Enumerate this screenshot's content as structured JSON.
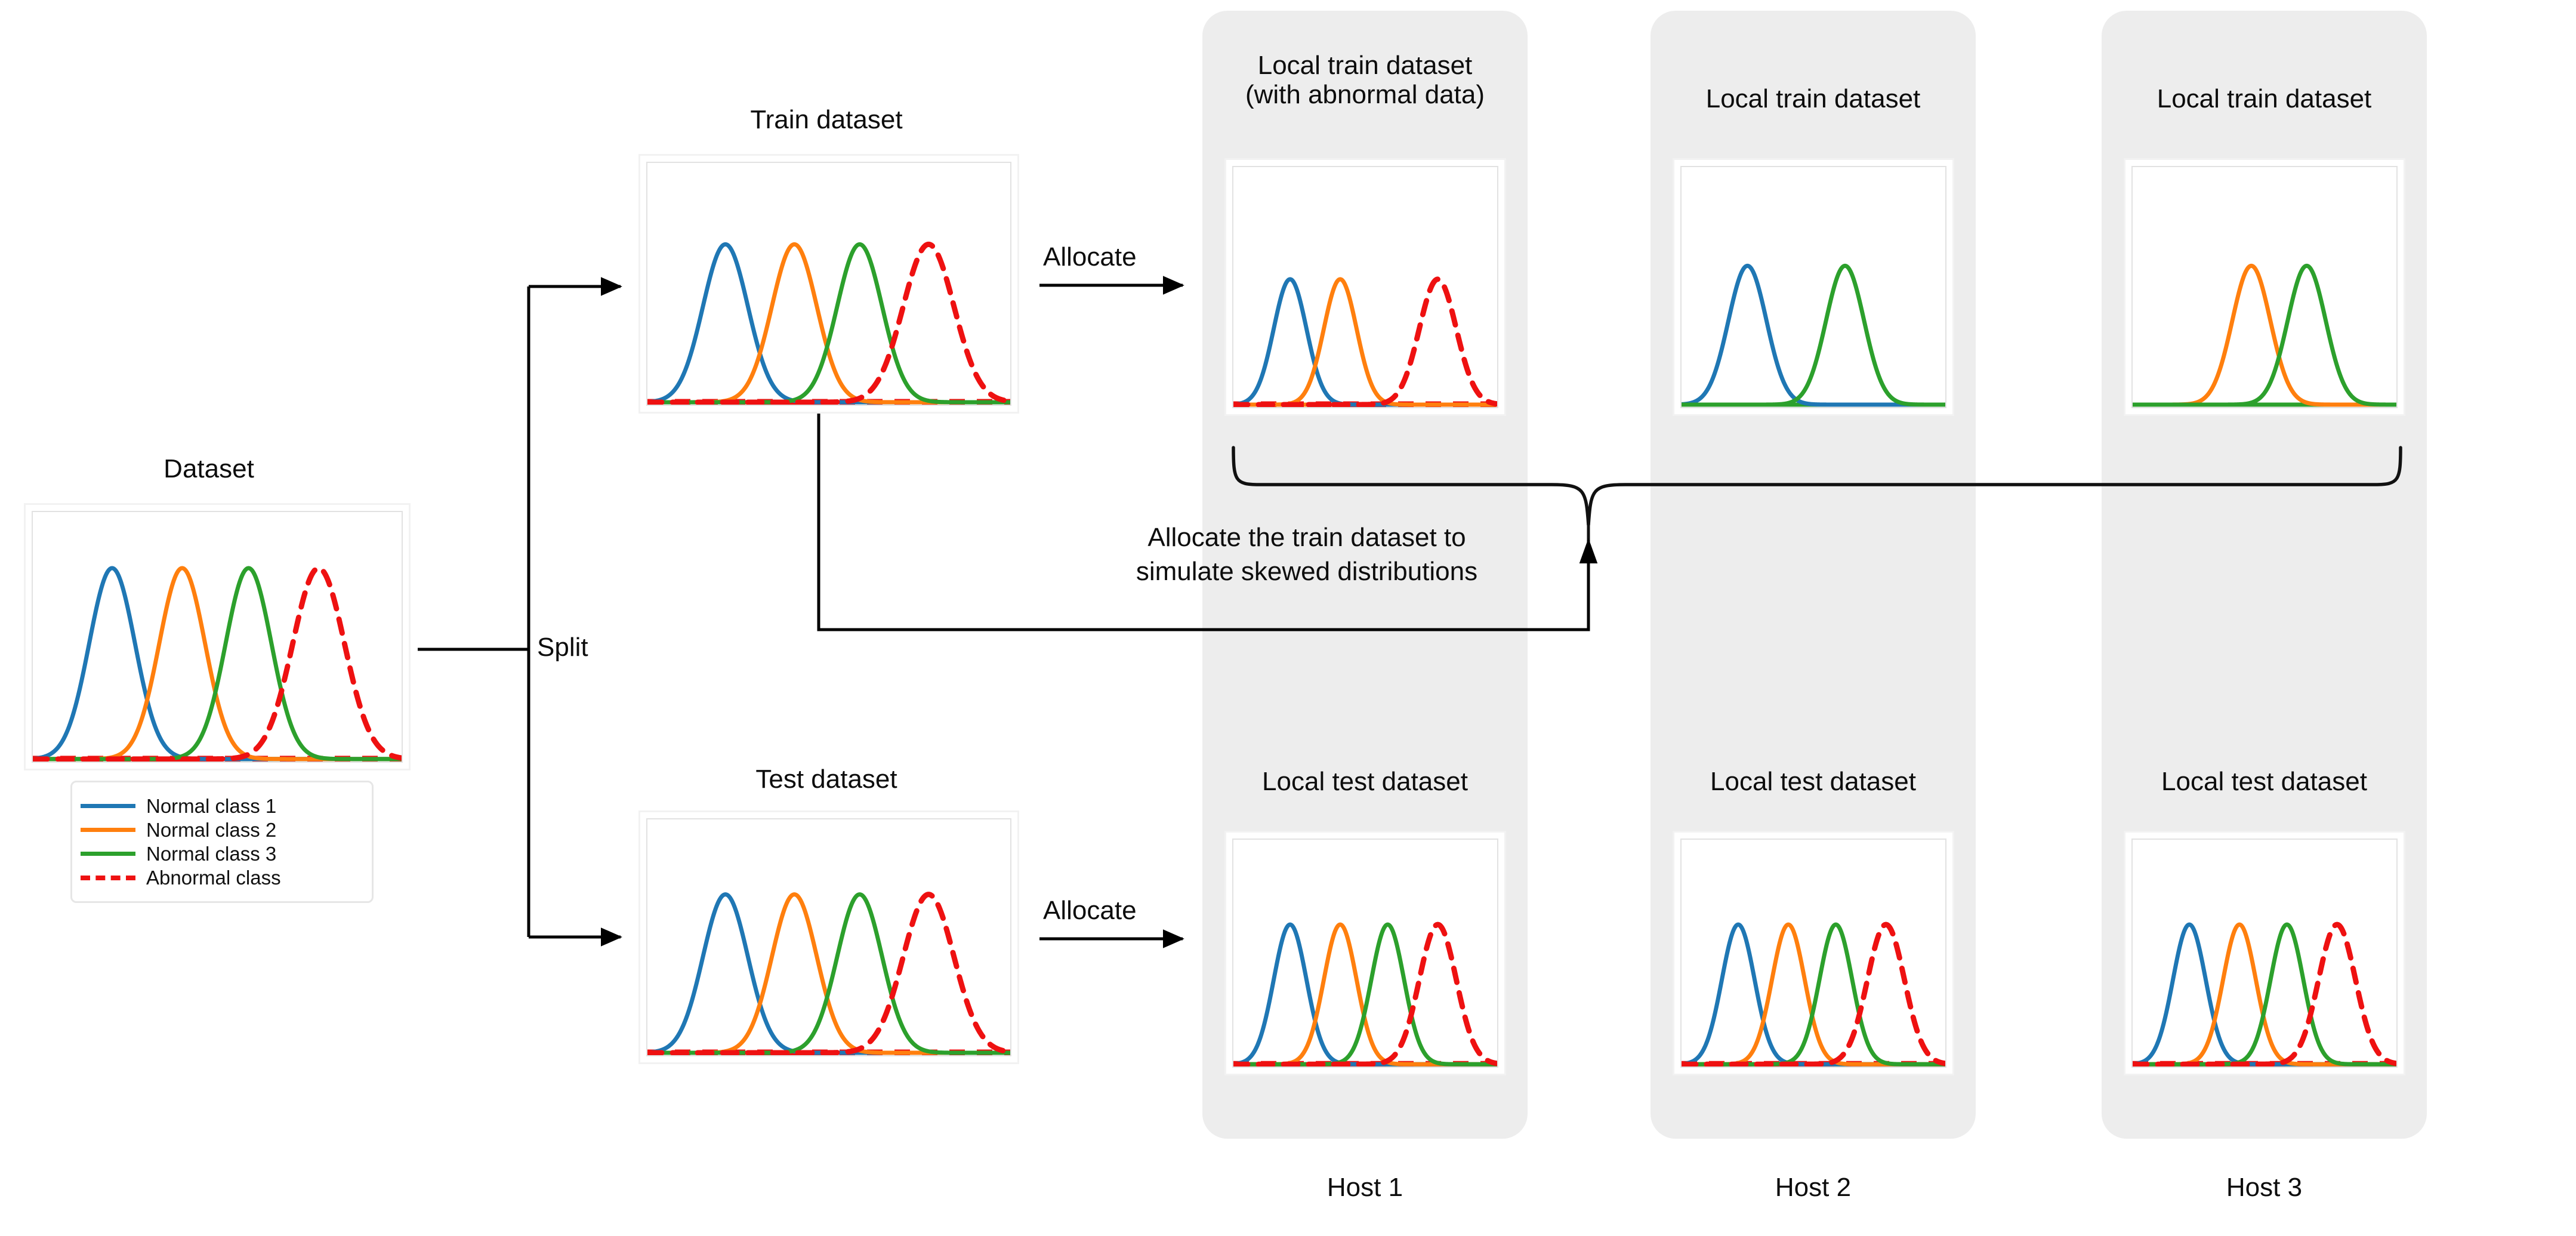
{
  "figure": {
    "title_dataset": "Dataset",
    "title_train": "Train dataset",
    "title_test": "Test dataset",
    "title_local_train_abnormal": "Local train dataset\n(with abnormal data)",
    "title_local_train": "Local train dataset",
    "title_local_test": "Local test dataset",
    "label_split": "Split",
    "label_allocate_train": "Allocate",
    "label_allocate_test": "Allocate",
    "note_skew": "Allocate the train dataset to\nsimulate skewed distributions",
    "hosts": [
      "Host 1",
      "Host 2",
      "Host 3"
    ]
  },
  "colors": {
    "normal1": "#1f77b4",
    "normal2": "#ff7f0e",
    "normal3": "#2ca02c",
    "abnormal": "#ee1111",
    "host_panel_bg": "#ededed",
    "panel_border": "#f2f2f2",
    "plot_border": "#e2e2e2",
    "page_bg": "#ffffff",
    "ink": "#0d0d0d"
  },
  "legend": {
    "items": [
      {
        "label": "Normal class 1",
        "color": "#1f77b4",
        "dashed": false
      },
      {
        "label": "Normal class 2",
        "color": "#ff7f0e",
        "dashed": false
      },
      {
        "label": "Normal class 3",
        "color": "#2ca02c",
        "dashed": false
      },
      {
        "label": "Abnormal class",
        "color": "#ee1111",
        "dashed": true
      }
    ]
  },
  "chart_data": {
    "type": "line",
    "description": "Gaussian class-conditional density curves. x axis is feature value (0-1 normalised), y axis is probability density. No tick labels or gridlines are drawn.",
    "xlim": [
      0,
      1
    ],
    "ylim": [
      0,
      1
    ],
    "grid": false,
    "legend_position": "below-dataset-panel",
    "xlabel": "",
    "ylabel": "",
    "series_definitions": [
      {
        "name": "Normal class 1",
        "color": "#1f77b4",
        "dashed": false
      },
      {
        "name": "Normal class 2",
        "color": "#ff7f0e",
        "dashed": false
      },
      {
        "name": "Normal class 3",
        "color": "#2ca02c",
        "dashed": false
      },
      {
        "name": "Abnormal class",
        "color": "#ee1111",
        "dashed": true
      }
    ],
    "panels": [
      {
        "id": "dataset",
        "title": "Dataset",
        "curves": [
          {
            "name": "Normal class 1",
            "mu": 0.215,
            "sigma": 0.062,
            "peak": 0.82
          },
          {
            "name": "Normal class 2",
            "mu": 0.405,
            "sigma": 0.062,
            "peak": 0.82
          },
          {
            "name": "Normal class 3",
            "mu": 0.585,
            "sigma": 0.062,
            "peak": 0.82
          },
          {
            "name": "Abnormal class",
            "mu": 0.775,
            "sigma": 0.07,
            "peak": 0.82
          }
        ]
      },
      {
        "id": "train",
        "title": "Train dataset",
        "curves": [
          {
            "name": "Normal class 1",
            "mu": 0.215,
            "sigma": 0.062,
            "peak": 0.7
          },
          {
            "name": "Normal class 2",
            "mu": 0.405,
            "sigma": 0.062,
            "peak": 0.7
          },
          {
            "name": "Normal class 3",
            "mu": 0.585,
            "sigma": 0.062,
            "peak": 0.7
          },
          {
            "name": "Abnormal class",
            "mu": 0.775,
            "sigma": 0.07,
            "peak": 0.7
          }
        ]
      },
      {
        "id": "test",
        "title": "Test dataset",
        "curves": [
          {
            "name": "Normal class 1",
            "mu": 0.215,
            "sigma": 0.062,
            "peak": 0.72
          },
          {
            "name": "Normal class 2",
            "mu": 0.405,
            "sigma": 0.062,
            "peak": 0.72
          },
          {
            "name": "Normal class 3",
            "mu": 0.585,
            "sigma": 0.062,
            "peak": 0.72
          },
          {
            "name": "Abnormal class",
            "mu": 0.775,
            "sigma": 0.07,
            "peak": 0.72
          }
        ]
      },
      {
        "id": "host1-train",
        "title": "Local train dataset (with abnormal data)",
        "curves": [
          {
            "name": "Normal class 1",
            "mu": 0.215,
            "sigma": 0.062,
            "peak": 0.56
          },
          {
            "name": "Normal class 2",
            "mu": 0.405,
            "sigma": 0.062,
            "peak": 0.56
          },
          {
            "name": "Abnormal class",
            "mu": 0.775,
            "sigma": 0.07,
            "peak": 0.56
          }
        ]
      },
      {
        "id": "host2-train",
        "title": "Local train dataset",
        "curves": [
          {
            "name": "Normal class 1",
            "mu": 0.25,
            "sigma": 0.072,
            "peak": 0.62
          },
          {
            "name": "Normal class 3",
            "mu": 0.62,
            "sigma": 0.072,
            "peak": 0.62
          }
        ]
      },
      {
        "id": "host3-train",
        "title": "Local train dataset",
        "curves": [
          {
            "name": "Normal class 2",
            "mu": 0.45,
            "sigma": 0.072,
            "peak": 0.62
          },
          {
            "name": "Normal class 3",
            "mu": 0.66,
            "sigma": 0.072,
            "peak": 0.62
          }
        ]
      },
      {
        "id": "host1-test",
        "title": "Local test dataset",
        "curves": [
          {
            "name": "Normal class 1",
            "mu": 0.215,
            "sigma": 0.062,
            "peak": 0.66
          },
          {
            "name": "Normal class 2",
            "mu": 0.405,
            "sigma": 0.062,
            "peak": 0.66
          },
          {
            "name": "Normal class 3",
            "mu": 0.585,
            "sigma": 0.062,
            "peak": 0.66
          },
          {
            "name": "Abnormal class",
            "mu": 0.775,
            "sigma": 0.07,
            "peak": 0.66
          }
        ]
      },
      {
        "id": "host2-test",
        "title": "Local test dataset",
        "curves": [
          {
            "name": "Normal class 1",
            "mu": 0.215,
            "sigma": 0.062,
            "peak": 0.66
          },
          {
            "name": "Normal class 2",
            "mu": 0.405,
            "sigma": 0.062,
            "peak": 0.66
          },
          {
            "name": "Normal class 3",
            "mu": 0.585,
            "sigma": 0.062,
            "peak": 0.66
          },
          {
            "name": "Abnormal class",
            "mu": 0.775,
            "sigma": 0.07,
            "peak": 0.66
          }
        ]
      },
      {
        "id": "host3-test",
        "title": "Local test dataset",
        "curves": [
          {
            "name": "Normal class 1",
            "mu": 0.215,
            "sigma": 0.062,
            "peak": 0.66
          },
          {
            "name": "Normal class 2",
            "mu": 0.405,
            "sigma": 0.062,
            "peak": 0.66
          },
          {
            "name": "Normal class 3",
            "mu": 0.585,
            "sigma": 0.062,
            "peak": 0.66
          },
          {
            "name": "Abnormal class",
            "mu": 0.775,
            "sigma": 0.07,
            "peak": 0.66
          }
        ]
      }
    ]
  }
}
